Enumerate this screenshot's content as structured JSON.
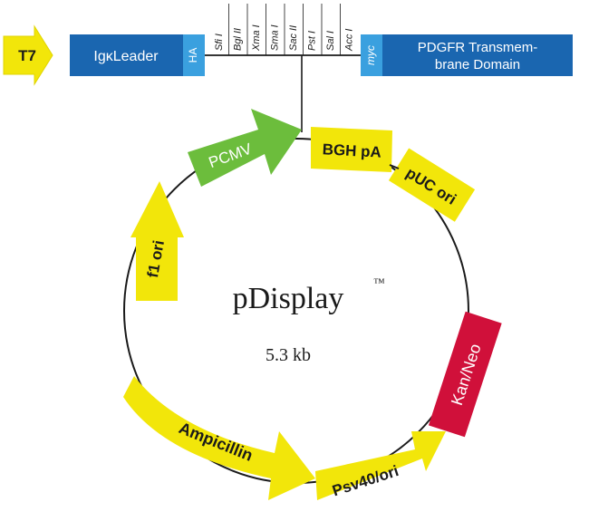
{
  "plasmid": {
    "name": "pDisplay",
    "trademark": "™",
    "size": "5.3 kb"
  },
  "cassette": {
    "promoter": "T7",
    "leader": "IgκLeader",
    "tag1": "HA",
    "sites": [
      "Sfi I",
      "Bgl II",
      "Xma I",
      "Sma I",
      "Sac II",
      "Pst I",
      "Sal I",
      "Acc I"
    ],
    "tag2": "myc",
    "tm_line1": "PDGFR Transmem-",
    "tm_line2": "brane Domain"
  },
  "features": {
    "pcmv": "PCMV",
    "bgh": "BGH pA",
    "puc": "pUC ori",
    "kan": "Kan/Neo",
    "psv40": "Psv40/ori",
    "amp": "Ampicillin",
    "f1": "f1 ori"
  },
  "colors": {
    "yellow": "#f2e60a",
    "green": "#6cbd3c",
    "blue": "#1a66b0",
    "lightblue": "#3aa0df",
    "red": "#d0103a"
  }
}
